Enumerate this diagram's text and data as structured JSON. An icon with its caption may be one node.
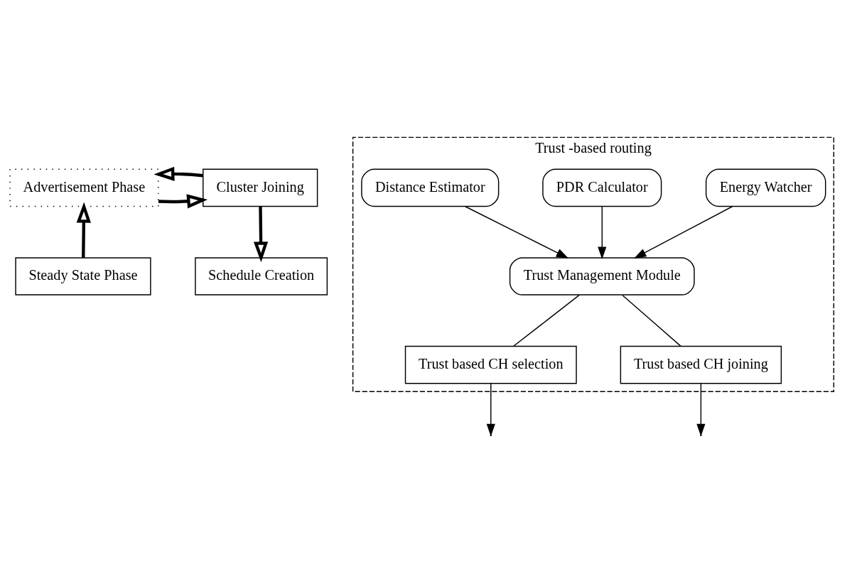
{
  "diagram": {
    "nodes": [
      {
        "text": [
          "Advertisement Phase"
        ]
      },
      {
        "text": [
          "Cluster Joining"
        ]
      },
      {
        "text": [
          "Trust -based routing"
        ]
      },
      {
        "text": [
          "Trust based CH selection"
        ],
        "in": 2
      },
      {
        "text": [
          "Trust based CH joining"
        ],
        "in": 2
      },
      {
        "text": [
          "Trust Management Module"
        ],
        "in": 2
      },
      {
        "text": [
          "Energy Watcher"
        ],
        "in": 2
      },
      {
        "text": [
          "PDR Calculator"
        ],
        "in": 2
      },
      {
        "text": [
          "Distance Estimator"
        ],
        "in": 2
      },
      {
        "text": [
          "Schedule Creation"
        ]
      },
      {
        "text": [
          "Steady State Phase"
        ]
      }
    ],
    "edges": [
      {
        "from": 0,
        "to": 1,
        "arrow": "to",
        "style": "thick"
      },
      {
        "from": 1,
        "to": 0,
        "arrow": "to",
        "style": "thick"
      },
      {
        "from": 1,
        "to": 9,
        "arrow": "to",
        "style": "thick"
      },
      {
        "from": 10,
        "to": 0,
        "arrow": "to",
        "style": "thick"
      },
      {
        "from": 5,
        "to": 3,
        "arrow": "none"
      },
      {
        "from": 3,
        "to": null,
        "arrow": "to"
      },
      {
        "from": 5,
        "to": 4,
        "arrow": "none"
      },
      {
        "from": 4,
        "to": null,
        "arrow": "to"
      },
      {
        "from": 6,
        "to": 5,
        "arrow": "to"
      },
      {
        "from": 7,
        "to": 5,
        "arrow": "to"
      },
      {
        "from": 8,
        "to": 5,
        "arrow": "to"
      }
    ]
  }
}
